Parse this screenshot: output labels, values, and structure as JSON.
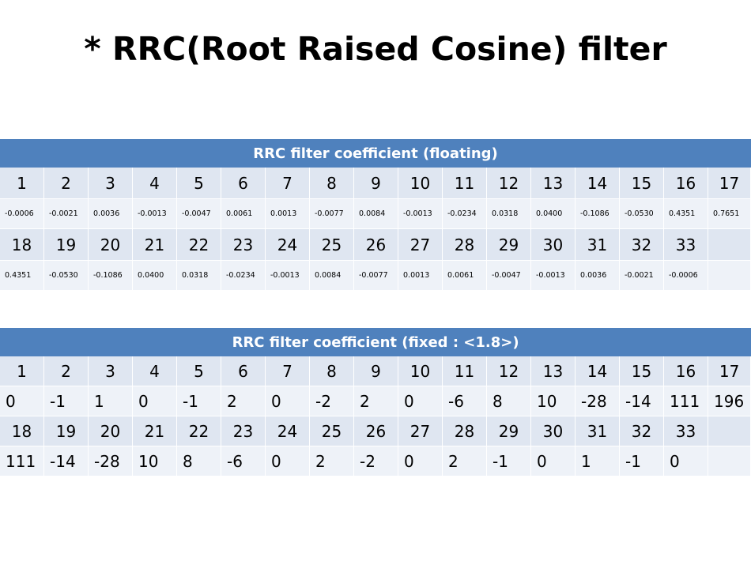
{
  "title": "* RRC(Root Raised Cosine) filter",
  "floating": {
    "header": "RRC filter coefficient (floating)",
    "indices_row1": [
      "1",
      "2",
      "3",
      "4",
      "5",
      "6",
      "7",
      "8",
      "9",
      "10",
      "11",
      "12",
      "13",
      "14",
      "15",
      "16",
      "17"
    ],
    "values_row1": [
      "-0.0006",
      "-0.0021",
      "0.0036",
      "-0.0013",
      "-0.0047",
      "0.0061",
      "0.0013",
      "-0.0077",
      "0.0084",
      "-0.0013",
      "-0.0234",
      "0.0318",
      "0.0400",
      "-0.1086",
      "-0.0530",
      "0.4351",
      "0.7651"
    ],
    "indices_row2": [
      "18",
      "19",
      "20",
      "21",
      "22",
      "23",
      "24",
      "25",
      "26",
      "27",
      "28",
      "29",
      "30",
      "31",
      "32",
      "33",
      ""
    ],
    "values_row2": [
      "0.4351",
      "-0.0530",
      "-0.1086",
      "0.0400",
      "0.0318",
      "-0.0234",
      "-0.0013",
      "0.0084",
      "-0.0077",
      "0.0013",
      "0.0061",
      "-0.0047",
      "-0.0013",
      "0.0036",
      "-0.0021",
      "-0.0006",
      ""
    ]
  },
  "fixed": {
    "header": "RRC filter coefficient (fixed : <1.8>)",
    "indices_row1": [
      "1",
      "2",
      "3",
      "4",
      "5",
      "6",
      "7",
      "8",
      "9",
      "10",
      "11",
      "12",
      "13",
      "14",
      "15",
      "16",
      "17"
    ],
    "values_row1": [
      "0",
      "-1",
      "1",
      "0",
      "-1",
      "2",
      "0",
      "-2",
      "2",
      "0",
      "-6",
      "8",
      "10",
      "-28",
      "-14",
      "111",
      "196"
    ],
    "indices_row2": [
      "18",
      "19",
      "20",
      "21",
      "22",
      "23",
      "24",
      "25",
      "26",
      "27",
      "28",
      "29",
      "30",
      "31",
      "32",
      "33",
      ""
    ],
    "values_row2": [
      "111",
      "-14",
      "-28",
      "10",
      "8",
      "-6",
      "0",
      "2",
      "-2",
      "0",
      "2",
      "-1",
      "0",
      "1",
      "-1",
      "0",
      ""
    ]
  }
}
